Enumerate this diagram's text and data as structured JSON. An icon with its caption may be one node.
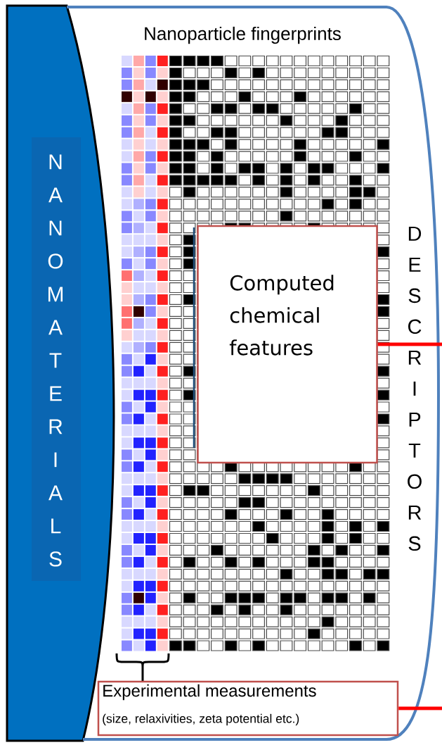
{
  "diagram": {
    "nodes": [
      {
        "text": [
          "NANOMATERIALS"
        ]
      },
      {
        "text": [
          "Nanoparticle fingerprints",
          "DESCRIPTORS"
        ]
      },
      {
        "text": [
          "Computed chemical features"
        ],
        "in": 1
      },
      {
        "text": [
          "Experimental measurements",
          "(size, relaxivities, zeta potential etc.)"
        ],
        "in": 1
      }
    ],
    "edges": [
      {
        "from": 2,
        "to": null,
        "arrow": "none",
        "color": "#ff0000"
      },
      {
        "from": 3,
        "to": null,
        "arrow": "none",
        "color": "#ff0000"
      }
    ]
  }
}
